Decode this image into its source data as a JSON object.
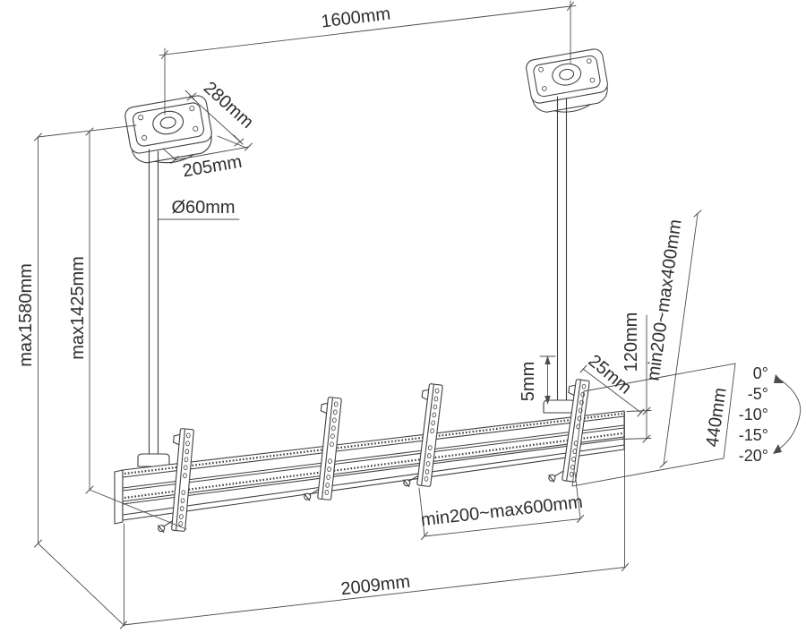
{
  "drawing": {
    "background_color": "#ffffff",
    "line_color": "#3f3f3f",
    "text_color": "#2e2e2e",
    "labels": {
      "span_between_poles": "1600mm",
      "ceiling_plate_depth": "280mm",
      "ceiling_plate_width": "205mm",
      "pole_diameter": "Ø60mm",
      "max_drop_total": "max1580mm",
      "max_drop_to_rail": "max1425mm",
      "fine_adjust_step": "5mm",
      "rail_profile_height": "120mm",
      "bracket_offset": "25mm",
      "pole_adjust_range": "min200~max400mm",
      "bracket_plate_height": "440mm",
      "tv_bracket_spacing_range": "min200~max600mm",
      "rail_total_length": "2009mm"
    },
    "tilt_scale": {
      "angles": [
        "0°",
        "-5°",
        "-10°",
        "-15°",
        "-20°"
      ]
    }
  }
}
